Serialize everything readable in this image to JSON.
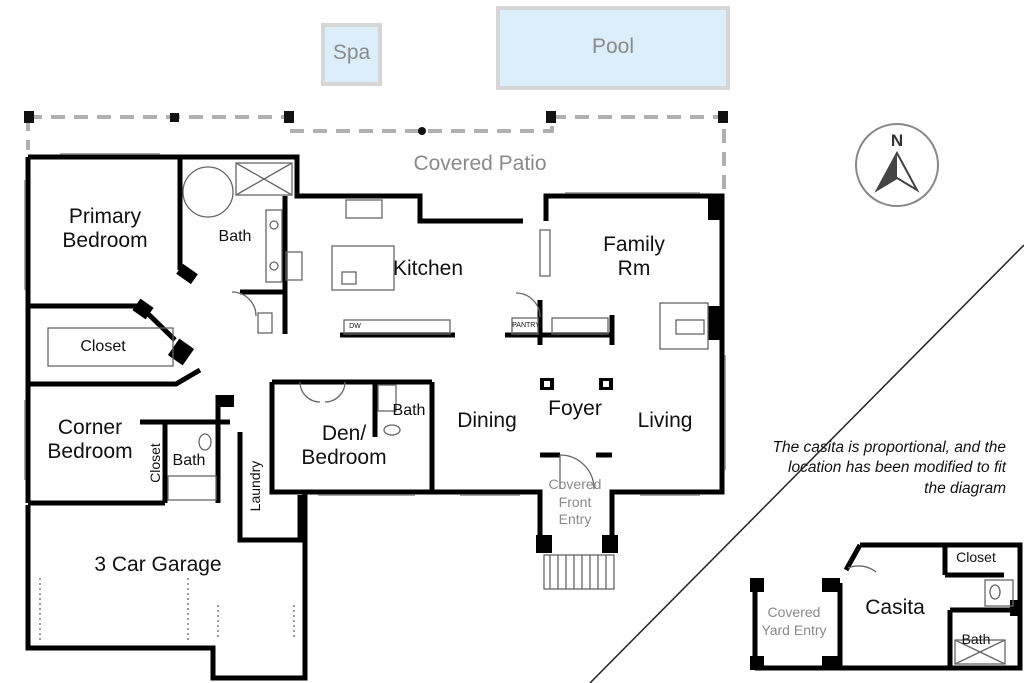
{
  "water": {
    "spa": "Spa",
    "pool": "Pool"
  },
  "rooms": {
    "covered_patio": "Covered Patio",
    "primary_bedroom": "Primary Bedroom",
    "primary_bath": "Bath",
    "kitchen": "Kitchen",
    "family_room": "Family Rm",
    "closet_primary": "Closet",
    "corner_bedroom": "Corner Bedroom",
    "closet_corner": "Closet",
    "bath_corner": "Bath",
    "laundry": "Laundry",
    "den_bedroom": "Den/ Bedroom",
    "bath_den": "Bath",
    "dining": "Dining",
    "foyer": "Foyer",
    "living": "Living",
    "covered_front_entry": "Covered Front Entry",
    "garage": "3 Car Garage",
    "pantry": "PANTRY",
    "dw": "DW"
  },
  "casita": {
    "title": "Casita",
    "closet": "Closet",
    "bath": "Bath",
    "covered_yard_entry": "Covered Yard Entry"
  },
  "compass": {
    "north": "N"
  },
  "note": "The casita is proportional, and the location has been modified to fit the diagram",
  "colors": {
    "wall": "#000000",
    "pool_fill": "#dbeef9",
    "pool_border": "#d6d6d6",
    "patio_dash": "#b0b0b0",
    "label_gray": "#8a8a8a"
  }
}
